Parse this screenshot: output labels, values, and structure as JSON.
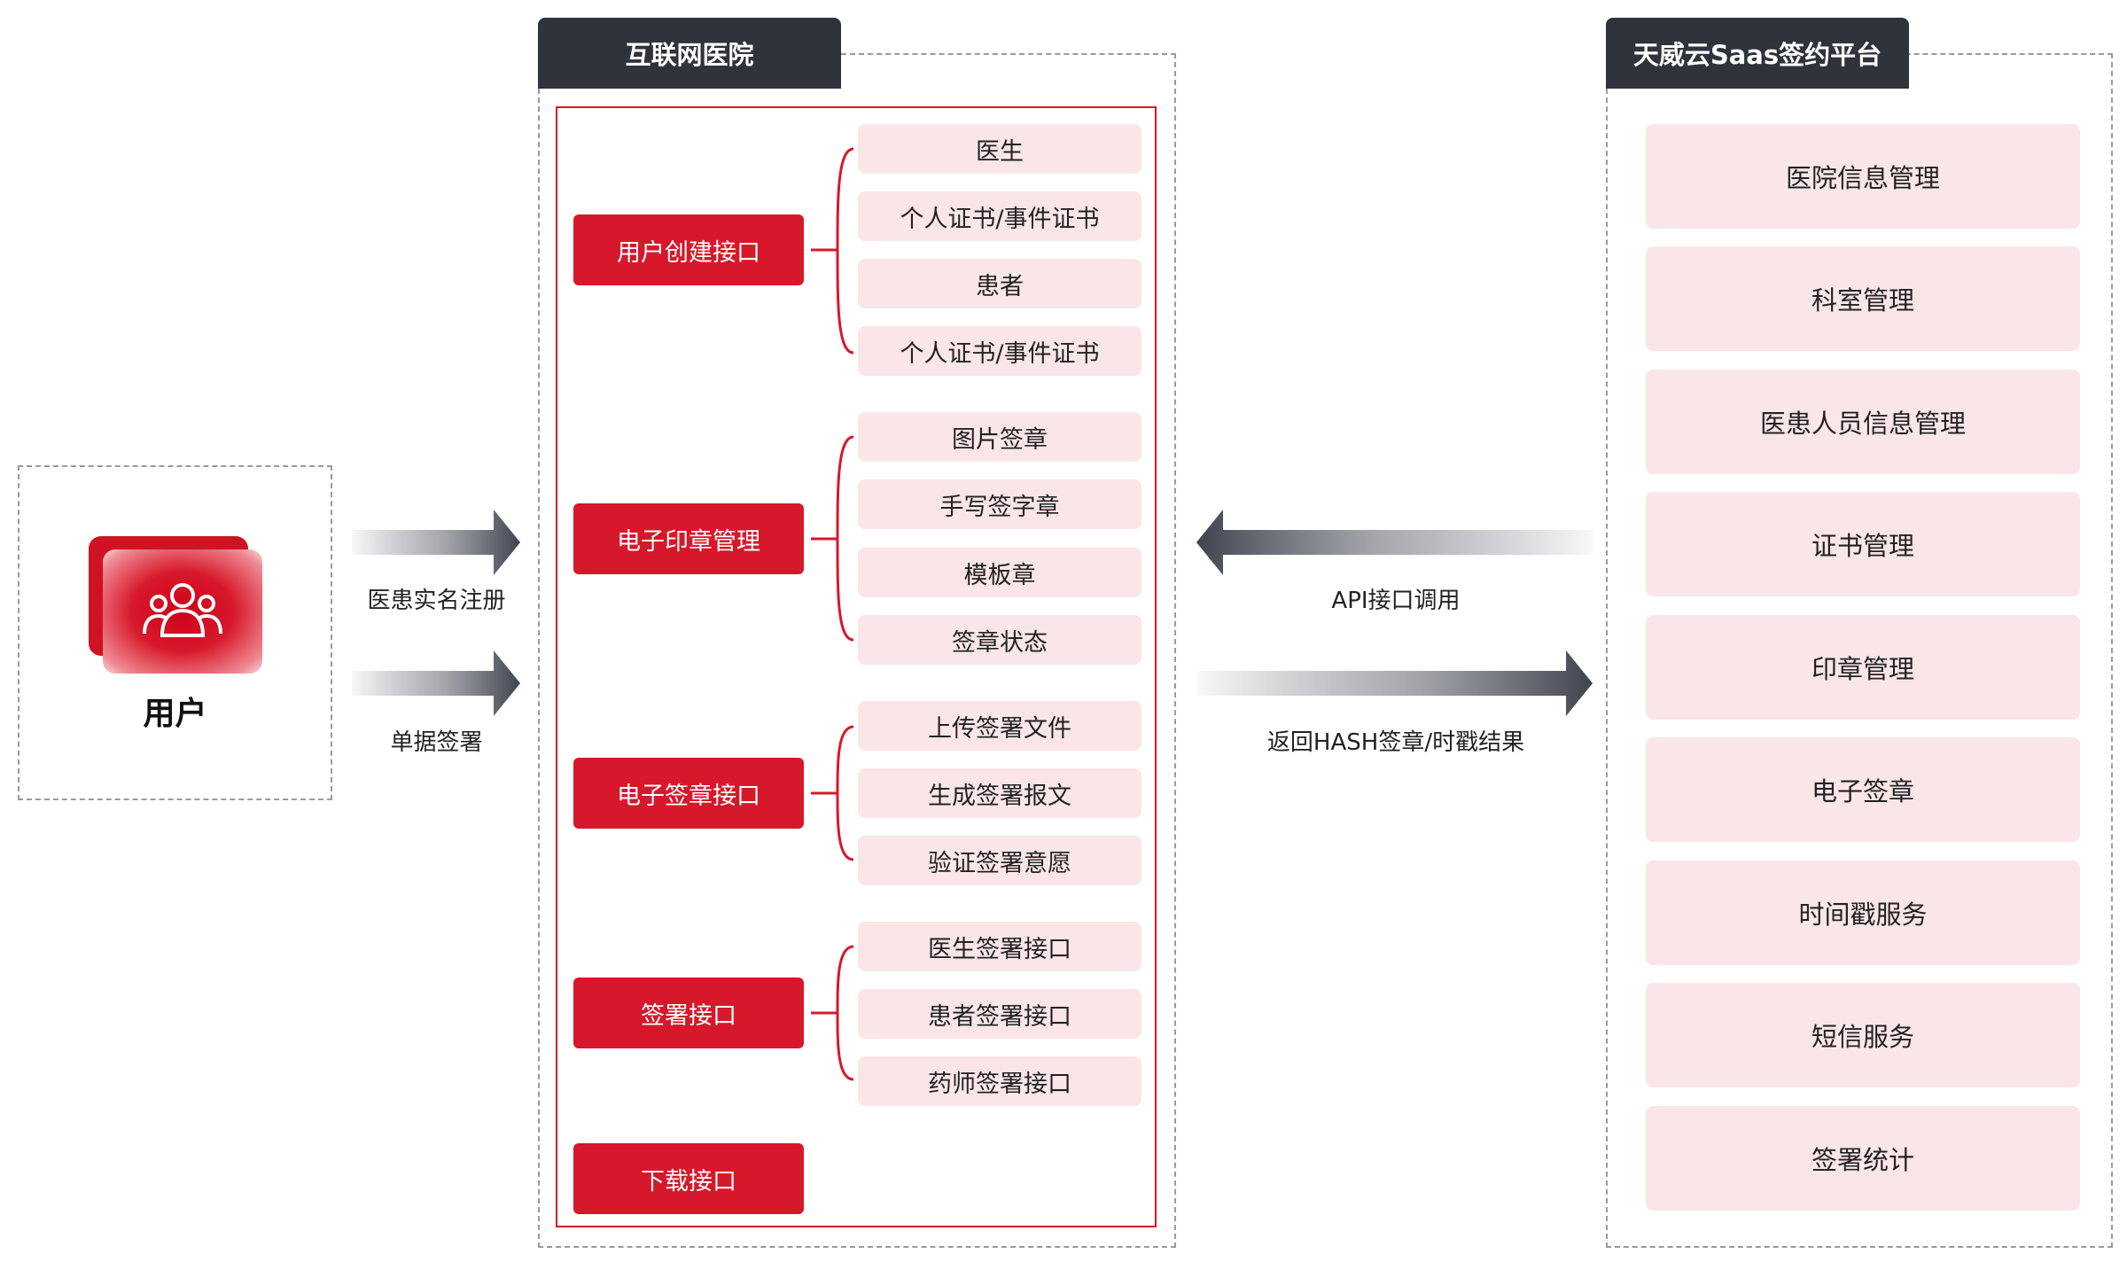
{
  "user": {
    "label": "用户",
    "icon": "users-icon"
  },
  "left_arrows": [
    {
      "label": "医患实名注册"
    },
    {
      "label": "单据签署"
    }
  ],
  "hospital": {
    "title": "互联网医院",
    "groups": [
      {
        "label": "用户创建接口",
        "items": [
          "医生",
          "个人证书/事件证书",
          "患者",
          "个人证书/事件证书"
        ]
      },
      {
        "label": "电子印章管理",
        "items": [
          "图片签章",
          "手写签字章",
          "模板章",
          "签章状态"
        ]
      },
      {
        "label": "电子签章接口",
        "items": [
          "上传签署文件",
          "生成签署报文",
          "验证签署意愿"
        ]
      },
      {
        "label": "签署接口",
        "items": [
          "医生签署接口",
          "患者签署接口",
          "药师签署接口"
        ]
      },
      {
        "label": "下载接口",
        "items": []
      }
    ]
  },
  "middle_arrows": [
    {
      "label": "API接口调用",
      "direction": "left"
    },
    {
      "label": "返回HASH签章/时戳结果",
      "direction": "right"
    }
  ],
  "saas": {
    "title": "天威云Saas签约平台",
    "items": [
      "医院信息管理",
      "科室管理",
      "医患人员信息管理",
      "证书管理",
      "印章管理",
      "电子签章",
      "时间戳服务",
      "短信服务",
      "签署统计"
    ]
  },
  "colors": {
    "accent_red": "#d7182a",
    "item_pink": "#fae6e8",
    "tab_dark": "#30323c",
    "arrow_dark": "#474a56"
  }
}
